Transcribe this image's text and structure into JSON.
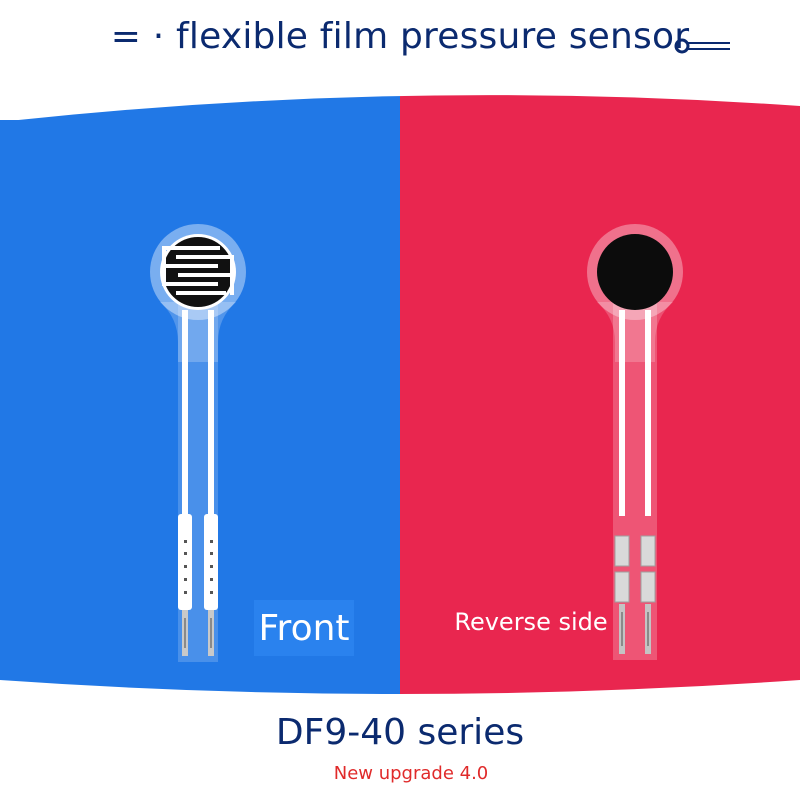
{
  "header": {
    "title": "= · flexible film pressure sensor"
  },
  "labels": {
    "front": "Front",
    "reverse": "Reverse side"
  },
  "footer": {
    "series": "DF9-40 series",
    "upgrade": "New upgrade 4.0"
  },
  "colors": {
    "blue_panel": "#2178e6",
    "red_panel": "#e9264f",
    "title_text": "#0b2a6f",
    "upgrade_text": "#e02a2a"
  },
  "icons": {
    "title_ornament": "ring-with-double-line-icon"
  }
}
